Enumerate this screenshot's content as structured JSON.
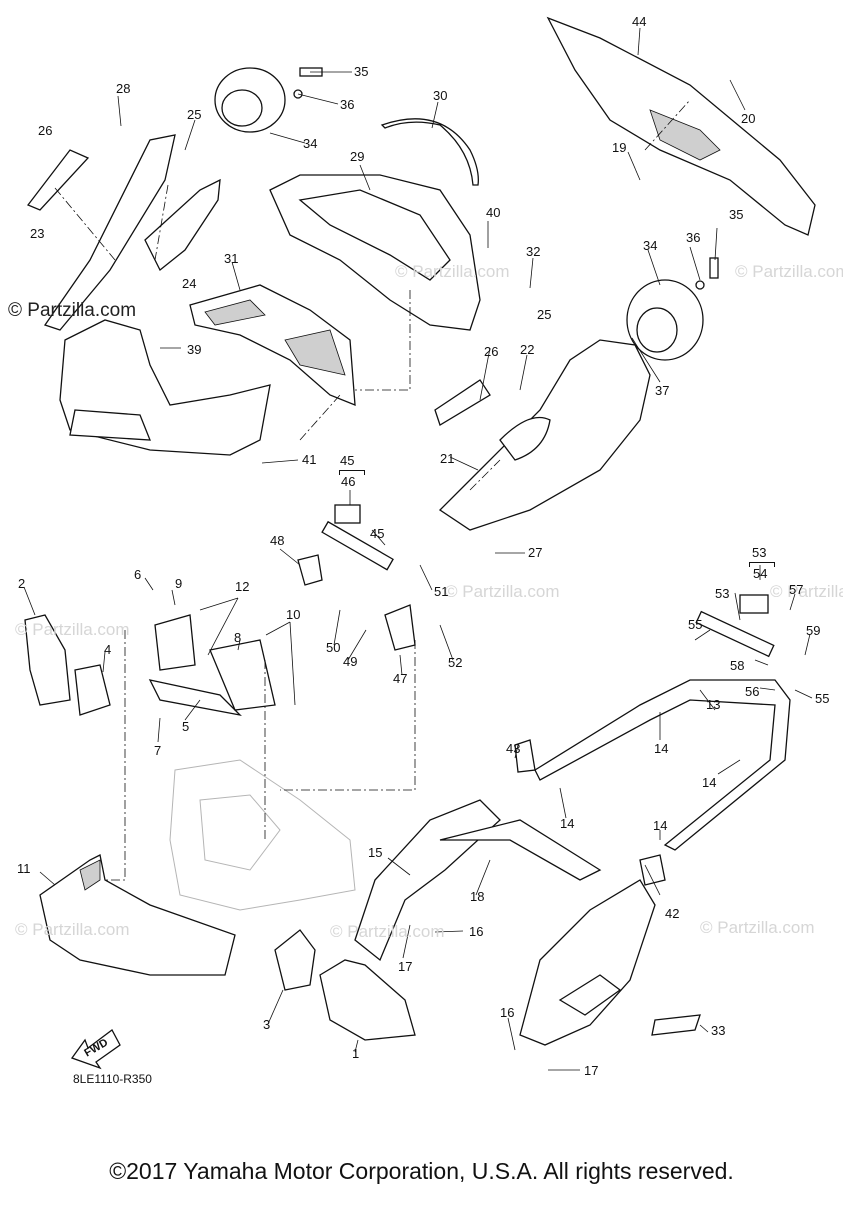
{
  "watermark": "© Partzilla.com",
  "brand_watermark": "© Partzilla.com",
  "diagram_code": "8LE1110-R350",
  "fwd_arrow": "FWD",
  "copyright": "©2017 Yamaha Motor Corporation, U.S.A. All rights reserved.",
  "callouts": [
    "1",
    "2",
    "3",
    "4",
    "5",
    "6",
    "7",
    "8",
    "9",
    "10",
    "11",
    "12",
    "13",
    "14",
    "14",
    "14",
    "14",
    "15",
    "16",
    "16",
    "17",
    "17",
    "18",
    "19",
    "20",
    "21",
    "22",
    "23",
    "24",
    "25",
    "25",
    "26",
    "26",
    "27",
    "28",
    "29",
    "30",
    "31",
    "32",
    "33",
    "34",
    "34",
    "35",
    "35",
    "36",
    "36",
    "37",
    "39",
    "40",
    "41",
    "42",
    "43",
    "44",
    "45",
    "45",
    "46",
    "47",
    "48",
    "49",
    "50",
    "51",
    "52",
    "53",
    "53",
    "54",
    "55",
    "55",
    "56",
    "57",
    "58",
    "59"
  ]
}
